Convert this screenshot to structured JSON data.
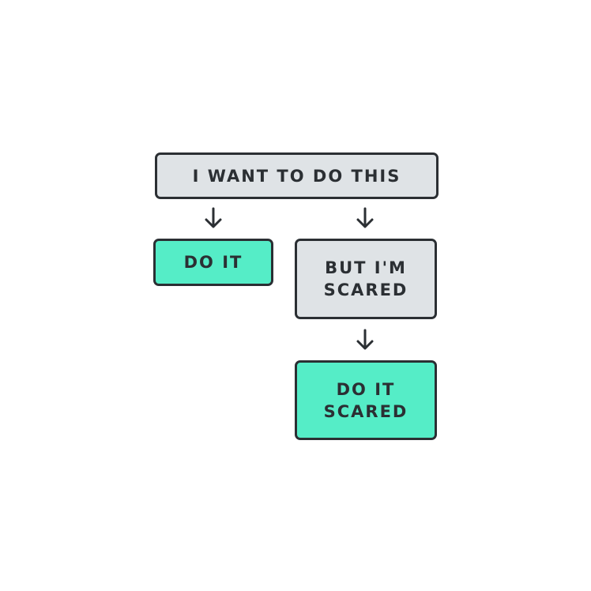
{
  "diagram": {
    "nodes": [
      {
        "id": "top",
        "label": "I WANT TO DO THIS"
      },
      {
        "id": "doit",
        "label": "DO IT"
      },
      {
        "id": "scared",
        "label": "BUT I'M\nSCARED"
      },
      {
        "id": "final",
        "label": "DO IT\nSCARED"
      }
    ],
    "edges": [
      {
        "from": "top",
        "to": "doit"
      },
      {
        "from": "top",
        "to": "scared"
      },
      {
        "from": "scared",
        "to": "final"
      }
    ],
    "colors": {
      "outline": "#2b2f33",
      "grey_fill": "#dfe3e6",
      "green_fill": "#55edc7",
      "background": "#ffffff"
    }
  }
}
